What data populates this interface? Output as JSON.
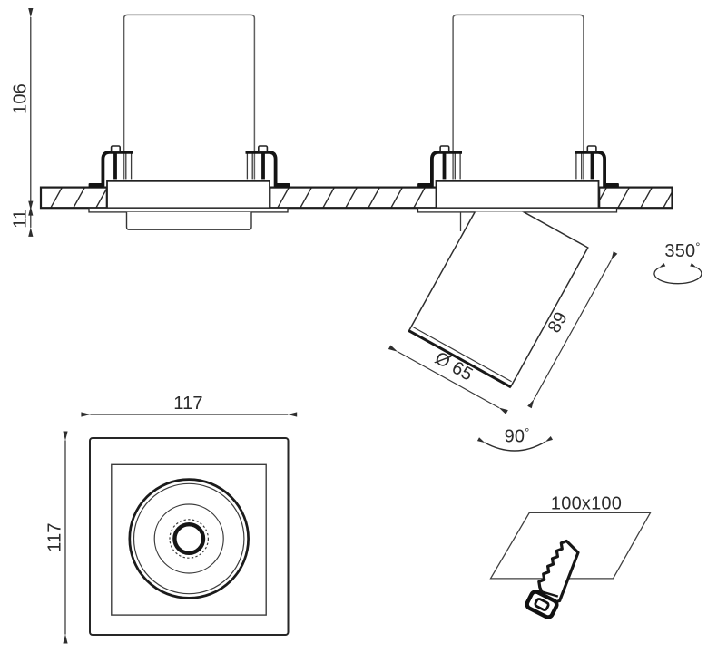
{
  "diagram": {
    "type": "technical-dimension-drawing",
    "subject": "recessed adjustable square spotlight",
    "background": "#ffffff",
    "line_colors": {
      "bold": "#1a1a1a",
      "medium": "#2e2e2e",
      "thin": "#404040",
      "housing_gray": "#5f5f5f"
    },
    "side_view": {
      "height_above_ceiling": {
        "label": "106"
      },
      "depth_below_ceiling": {
        "label": "11"
      },
      "lamp_diameter": {
        "label": "Ø 65"
      },
      "lamp_length": {
        "label": "89"
      },
      "rotation_range": {
        "label": "350°",
        "value": "350",
        "unit": "°"
      },
      "tilt_range": {
        "label": "90°",
        "value": "90",
        "unit": "°"
      }
    },
    "front_view": {
      "width": {
        "label": "117"
      },
      "height": {
        "label": "117"
      }
    },
    "cutout": {
      "size_label": "100x100"
    }
  }
}
